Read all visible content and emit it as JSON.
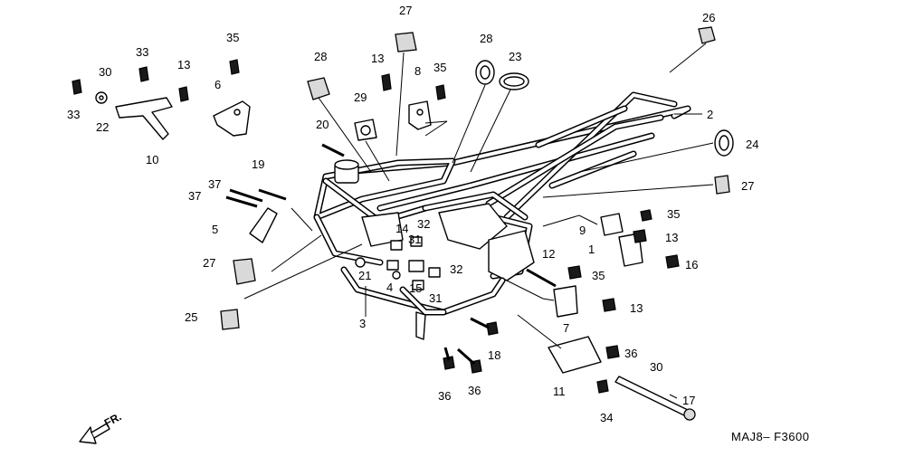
{
  "diagram": {
    "code": "MAJ8– F3600",
    "direction_label": "FR."
  },
  "callouts": {
    "c26": "26",
    "c2": "2",
    "c24": "24",
    "c27a": "27",
    "c27b": "27",
    "c28a": "28",
    "c23": "23",
    "c28b": "28",
    "c13a": "13",
    "c8": "8",
    "c35a": "35",
    "c29": "29",
    "c20": "20",
    "c35b": "35",
    "c6": "6",
    "c33a": "33",
    "c30a": "30",
    "c13b": "13",
    "c33b": "33",
    "c22": "22",
    "c10": "10",
    "c19": "19",
    "c37a": "37",
    "c37b": "37",
    "c5": "5",
    "c27c": "27",
    "c25": "25",
    "c14": "14",
    "c31a": "31",
    "c32a": "32",
    "c32b": "32",
    "c31b": "31",
    "c21": "21",
    "c4": "4",
    "c15": "15",
    "c3": "3",
    "c9": "9",
    "c35c": "35",
    "c13c": "13",
    "c1": "1",
    "c16": "16",
    "c12": "12",
    "c35d": "35",
    "c7": "7",
    "c13d": "13",
    "c18": "18",
    "c36a": "36",
    "c30b": "30",
    "c11": "11",
    "c36b": "36",
    "c36c": "36",
    "c17": "17",
    "c34": "34"
  }
}
